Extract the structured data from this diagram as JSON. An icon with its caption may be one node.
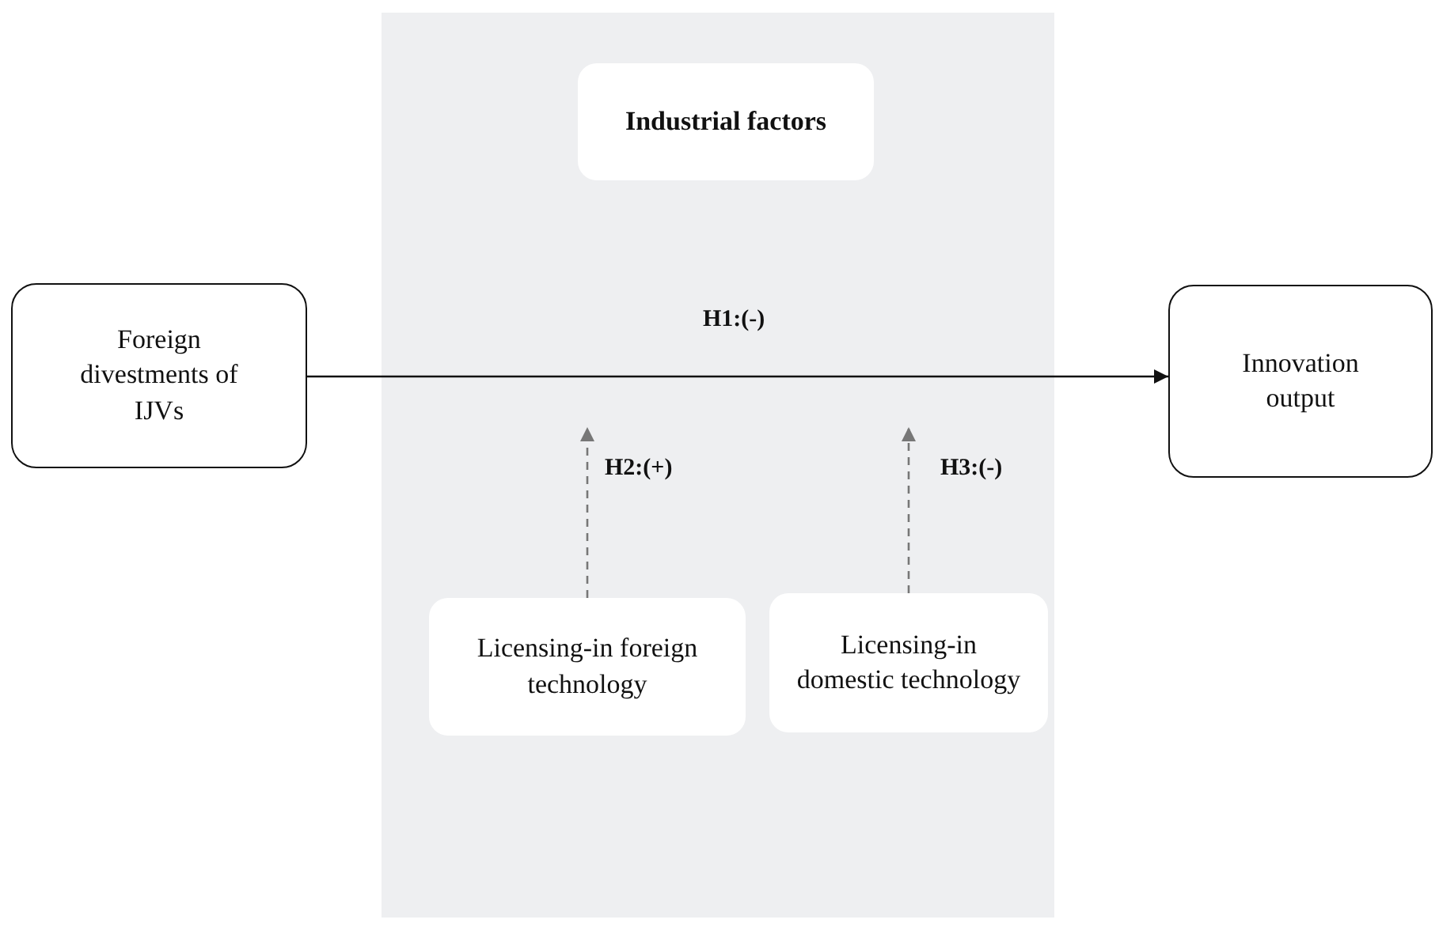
{
  "diagram": {
    "nodes": [
      {
        "text": [
          "Foreign divestments of IJVs"
        ]
      },
      {
        "text": [],
        "shape": "box"
      },
      {
        "text": [
          "Industrial factors"
        ],
        "in": 1
      },
      {
        "text": [
          "Licensing-in foreign technology"
        ],
        "in": 1
      },
      {
        "text": [
          "Licensing-in domestic technology"
        ],
        "in": 1
      },
      {
        "text": [
          "Innovation output"
        ]
      }
    ],
    "edges": [
      {
        "from": 0,
        "to": 5,
        "arrow": "to",
        "label": "H1:(-)",
        "color": "#111111"
      },
      {
        "from": 3,
        "to": null,
        "arrow": "to",
        "label": "H2:(+)",
        "style": "dashed"
      },
      {
        "from": 4,
        "to": null,
        "arrow": "to",
        "label": "H3:(-)",
        "style": "dashed"
      }
    ]
  }
}
